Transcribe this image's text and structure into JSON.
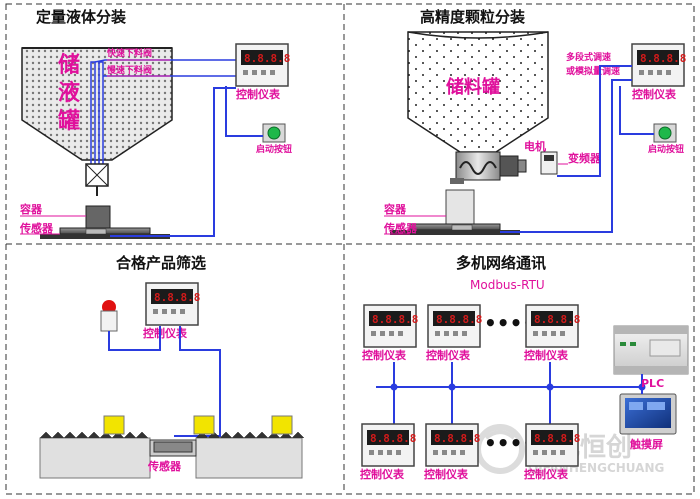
{
  "panels": {
    "liquid": {
      "title": "定量液体分装",
      "tank_label": [
        "储",
        "液",
        "罐"
      ],
      "fast_valve": "快速下料阀",
      "slow_valve": "慢速下料阀",
      "controller": "控制仪表",
      "start_button": "启动按钮",
      "container": "容器",
      "sensor": "传感器"
    },
    "granule": {
      "title": "高精度颗粒分装",
      "tank_label": "储料罐",
      "multi_speed": "多段式调速",
      "analog_speed": "或模拟量调速",
      "controller": "控制仪表",
      "start_button": "启动按钮",
      "motor": "电机",
      "inverter": "变频器",
      "container": "容器",
      "sensor": "传感器"
    },
    "sorting": {
      "title": "合格产品筛选",
      "controller": "控制仪表",
      "sensor": "传感器"
    },
    "network": {
      "title": "多机网络通讯",
      "protocol": "Modbus-RTU",
      "controller": "控制仪表",
      "ellipsis": "•••••",
      "plc": "PLC",
      "touchscreen": "触摸屏"
    }
  },
  "meter_display": "8.8.8.8",
  "watermark": {
    "cn": "奇凡恒创",
    "en": "QIFANHENGCHUANG"
  },
  "colors": {
    "accent_magenta": "#e0109c",
    "wire_blue": "#2a3cdf",
    "meter_red": "#d11a1a",
    "button_green": "#1fb84a",
    "indicator_red": "#e01010",
    "product_yellow": "#f2e400"
  }
}
